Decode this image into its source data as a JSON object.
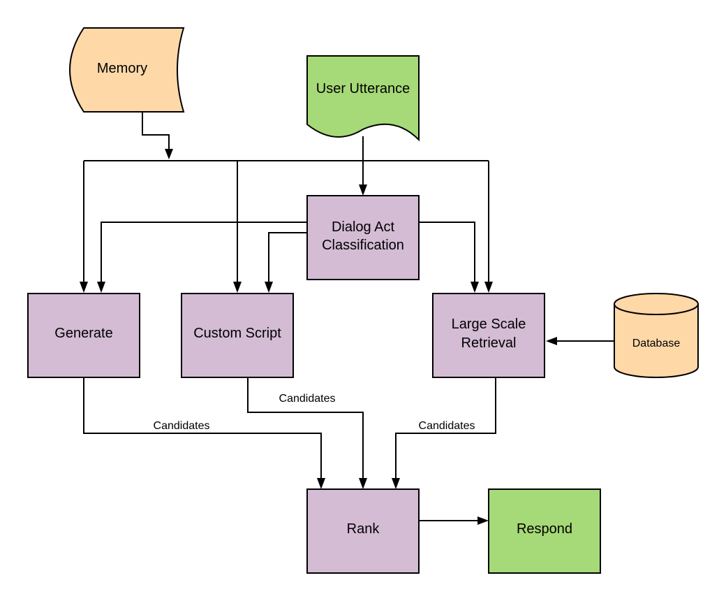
{
  "diagram": {
    "colors": {
      "process": "#d4bcd4",
      "storage": "#ffd8a8",
      "io": "#a6d977",
      "line": "#000000"
    },
    "nodes": {
      "memory": {
        "label": "Memory",
        "shape": "stored-data",
        "color": "storage"
      },
      "user_utterance": {
        "label": "User Utterance",
        "shape": "document",
        "color": "io"
      },
      "dialog_act": {
        "label_lines": [
          "Dialog Act",
          "Classification"
        ],
        "shape": "process",
        "color": "process"
      },
      "generate": {
        "label": "Generate",
        "shape": "process",
        "color": "process"
      },
      "custom_script": {
        "label": "Custom Script",
        "shape": "process",
        "color": "process"
      },
      "large_scale": {
        "label_lines": [
          "Large Scale",
          "Retrieval"
        ],
        "shape": "process",
        "color": "process"
      },
      "database": {
        "label": "Database",
        "shape": "database",
        "color": "storage"
      },
      "rank": {
        "label": "Rank",
        "shape": "process",
        "color": "process"
      },
      "respond": {
        "label": "Respond",
        "shape": "process",
        "color": "io"
      }
    },
    "edge_labels": {
      "generate_to_rank": "Candidates",
      "custom_script_to_rank": "Candidates",
      "retrieval_to_rank": "Candidates"
    }
  }
}
